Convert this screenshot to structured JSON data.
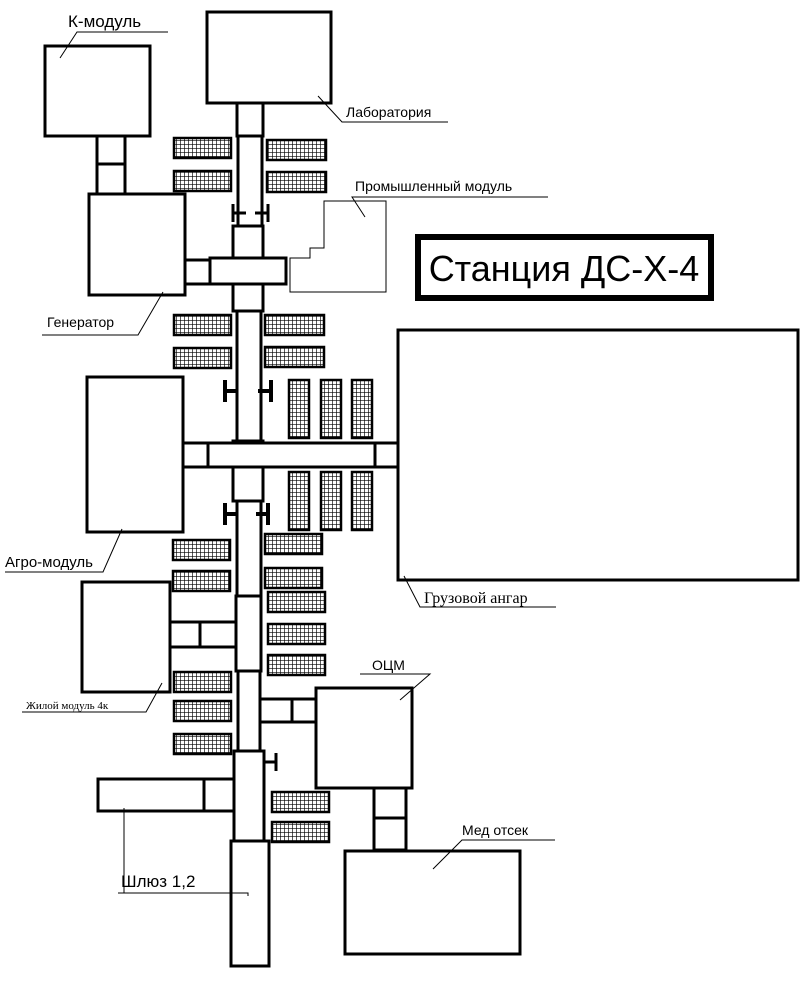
{
  "title": "Станция ДС-Х-4",
  "labels": {
    "k_module": "К-модуль",
    "laboratory": "Лаборатория",
    "industrial": "Промышленный модуль",
    "generator": "Генератор",
    "agro": "Агро-модуль",
    "cargo": "Грузовой ангар",
    "living": "Жилой модуль 4к",
    "ocm": "ОЦМ",
    "med": "Мед отсек",
    "airlock": "Шлюз 1,2"
  }
}
